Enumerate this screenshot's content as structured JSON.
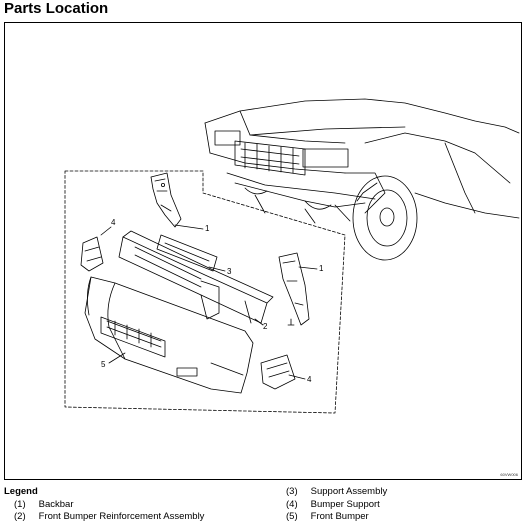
{
  "page": {
    "title": "Parts Location"
  },
  "diagram": {
    "figure_code": "60VW006",
    "callouts": [
      "1",
      "2",
      "3",
      "4",
      "5",
      "1",
      "4"
    ]
  },
  "legend": {
    "title": "Legend",
    "items": [
      {
        "num": "(1)",
        "label": "Backbar"
      },
      {
        "num": "(2)",
        "label": "Front Bumper Reinforcement Assembly"
      },
      {
        "num": "(3)",
        "label": "Support Assembly"
      },
      {
        "num": "(4)",
        "label": "Bumper Support"
      },
      {
        "num": "(5)",
        "label": "Front Bumper"
      }
    ]
  }
}
